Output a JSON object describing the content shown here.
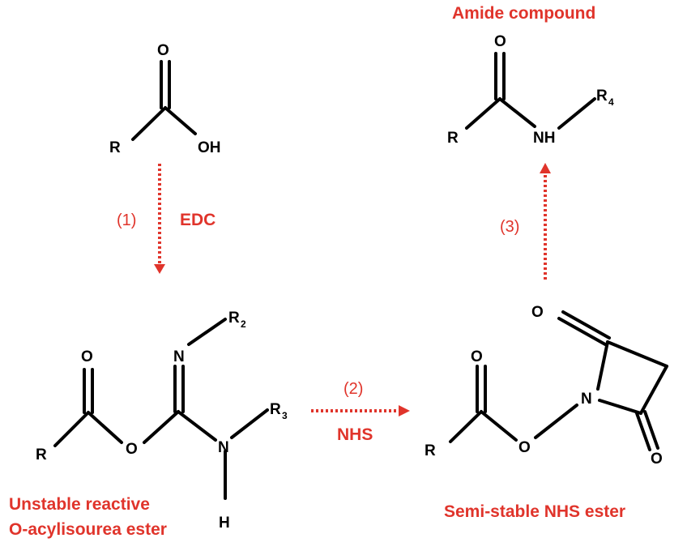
{
  "labels": {
    "amide_title": "Amide compound",
    "unstable_line1": "Unstable reactive",
    "unstable_line2": "O-acylisourea ester",
    "nhs_ester": "Semi-stable NHS ester"
  },
  "steps": {
    "step1": "(1)",
    "step1_reagent": "EDC",
    "step2": "(2)",
    "step2_reagent": "NHS",
    "step3": "(3)"
  },
  "atoms": {
    "O": "O",
    "OH": "OH",
    "R": "R",
    "N": "N",
    "NH": "NH",
    "H": "H"
  },
  "subscripts": {
    "r2": "2",
    "r3": "3",
    "r4": "4"
  },
  "colors": {
    "accent": "#e0342b",
    "bond": "#000000"
  }
}
